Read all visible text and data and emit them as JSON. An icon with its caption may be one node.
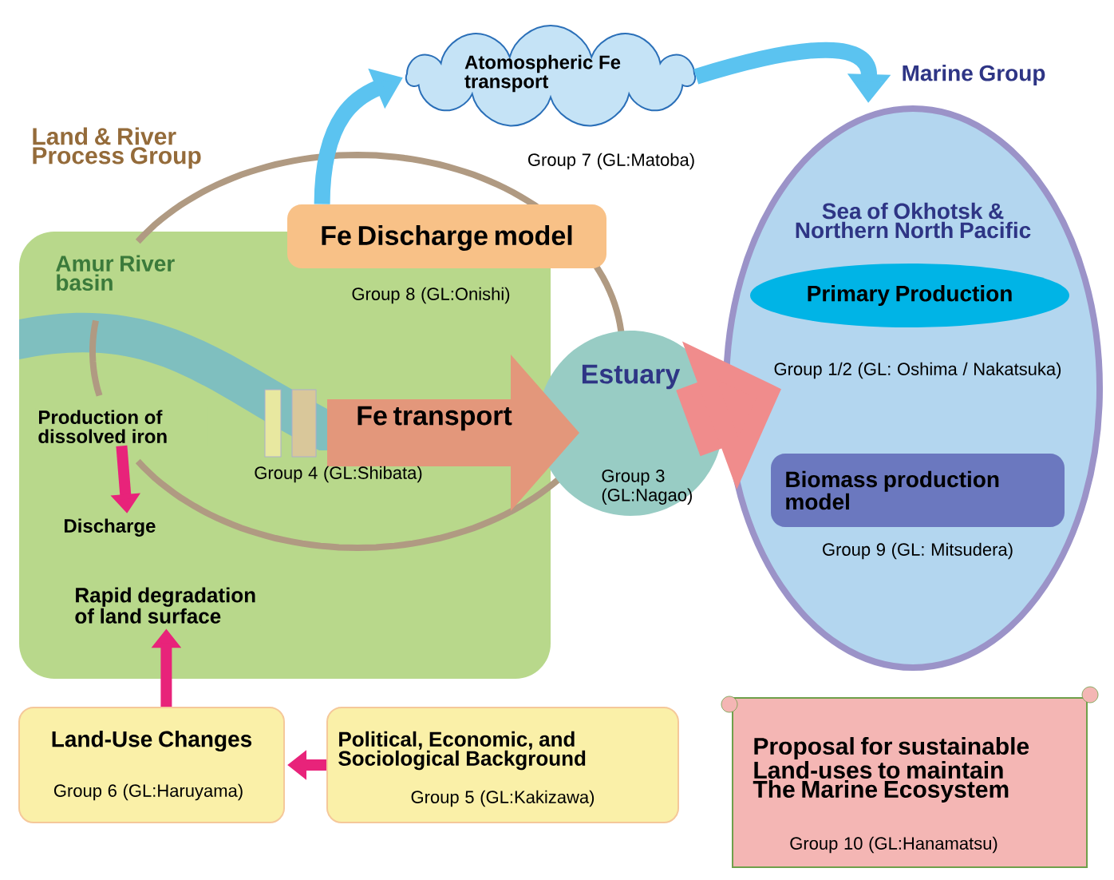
{
  "diagram": {
    "nodes": [
      {
        "text": [
          "Amur River basin"
        ]
      },
      {
        "text": [
          "Fe Discharge model"
        ],
        "beside": [
          "Group 8 (GL:Onishi)"
        ]
      },
      {
        "text": [
          "Atomospheric Fe transport"
        ],
        "beside": [
          "Group 7 (GL:Matoba)"
        ]
      },
      {
        "text": [
          "Fe transport"
        ],
        "beside": [
          "Group 4 (GL:Shibata)"
        ]
      },
      {
        "text": [
          "Production of dissolved iron"
        ],
        "in": 0
      },
      {
        "text": [
          "Discharge"
        ],
        "in": 0
      },
      {
        "text": [
          "Rapid degradation of land surface"
        ],
        "in": 0
      },
      {
        "text": [
          "Estuary",
          "Group 3 (GL:Nagao)"
        ]
      },
      {
        "text": [
          "Marine Group",
          "Sea of Okhotsk & Northern North Pacific"
        ]
      },
      {
        "text": [
          "Primary Production"
        ],
        "beside": [
          "Group 1/2 (GL: Oshima / Nakatsuka)"
        ],
        "in": 8
      },
      {
        "text": [
          "Biomass production model"
        ],
        "beside": [
          "Group 9 (GL: Mitsudera)"
        ],
        "in": 8
      },
      {
        "text": [
          "Land-Use Changes",
          "Group 6 (GL:Haruyama)"
        ]
      },
      {
        "text": [
          "Political, Economic, and Sociological Background",
          "Group 5 (GL:Kakizawa)"
        ]
      },
      {
        "text": [
          "Proposal for sustainable Land-uses to maintain The Marine Ecosystem",
          "Group 10 (GL:Hanamatsu)"
        ]
      }
    ],
    "edges": [
      {
        "from": 1,
        "to": 2,
        "arrow": "to",
        "color": "#5bc3f0"
      },
      {
        "from": 2,
        "to": 8,
        "arrow": "to",
        "color": "#5bc3f0"
      },
      {
        "from": 7,
        "to": 8,
        "arrow": "to",
        "color": "#f08c8c",
        "style": "thick"
      },
      {
        "from": 4,
        "to": 5,
        "arrow": "to",
        "color": "#e8237a"
      },
      {
        "from": 11,
        "to": 6,
        "arrow": "to",
        "color": "#e8237a"
      },
      {
        "from": 12,
        "to": 11,
        "arrow": "to",
        "color": "#e8237a"
      }
    ],
    "labels": [
      "Land & River Process Group"
    ]
  }
}
